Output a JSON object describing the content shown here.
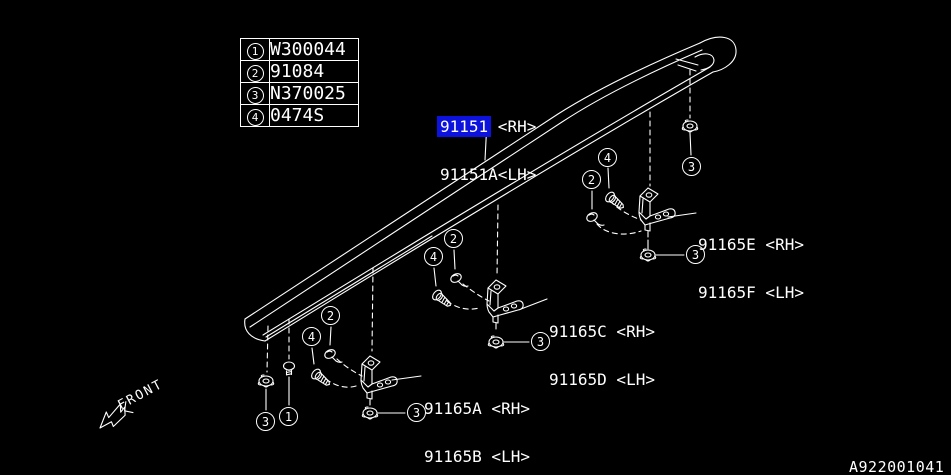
{
  "colors": {
    "background": "#000000",
    "line": "#ffffff",
    "text": "#ffffff",
    "highlight_bg": "#0d12dc",
    "highlight_text": "#ffffff"
  },
  "parts_table": {
    "rows": [
      {
        "ref": "1",
        "part_number": "W300044"
      },
      {
        "ref": "2",
        "part_number": "91084"
      },
      {
        "ref": "3",
        "part_number": "N370025"
      },
      {
        "ref": "4",
        "part_number": "0474S"
      }
    ]
  },
  "part_labels": {
    "rail_rh_number": "91151",
    "rail_rh_variant": " <RH>",
    "rail_lh": "91151A<LH>",
    "bracket_rear_rh": "91165E <RH>",
    "bracket_rear_lh": "91165F <LH>",
    "bracket_center_rh": "91165C <RH>",
    "bracket_center_lh": "91165D <LH>",
    "bracket_front_rh": "91165A <RH>",
    "bracket_front_lh": "91165B <LH>"
  },
  "callouts": [
    {
      "num": "3"
    },
    {
      "num": "4"
    },
    {
      "num": "2"
    },
    {
      "num": "3"
    },
    {
      "num": "2"
    },
    {
      "num": "4"
    },
    {
      "num": "3"
    },
    {
      "num": "2"
    },
    {
      "num": "4"
    },
    {
      "num": "3"
    },
    {
      "num": "3"
    },
    {
      "num": "1"
    }
  ],
  "front_label": "FRONT",
  "diagram_id": "A922001041"
}
